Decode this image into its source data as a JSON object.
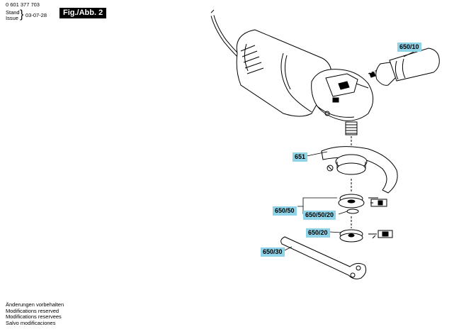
{
  "header": {
    "part_number": "0 601 377 703",
    "stand_label": "Stand",
    "issue_label": "Issue",
    "date": "03-07-28",
    "figure": "Fig./Abb. 2"
  },
  "labels": {
    "handle": "650/10",
    "guard": "651",
    "flange_set": "650/50",
    "flange_washer": "650/50/20",
    "nut": "650/20",
    "spanner": "650/30"
  },
  "footer": [
    "Änderungen vorbehalten",
    "Modifications reserved",
    "Modifications reservees",
    "Salvo modificaciones"
  ]
}
